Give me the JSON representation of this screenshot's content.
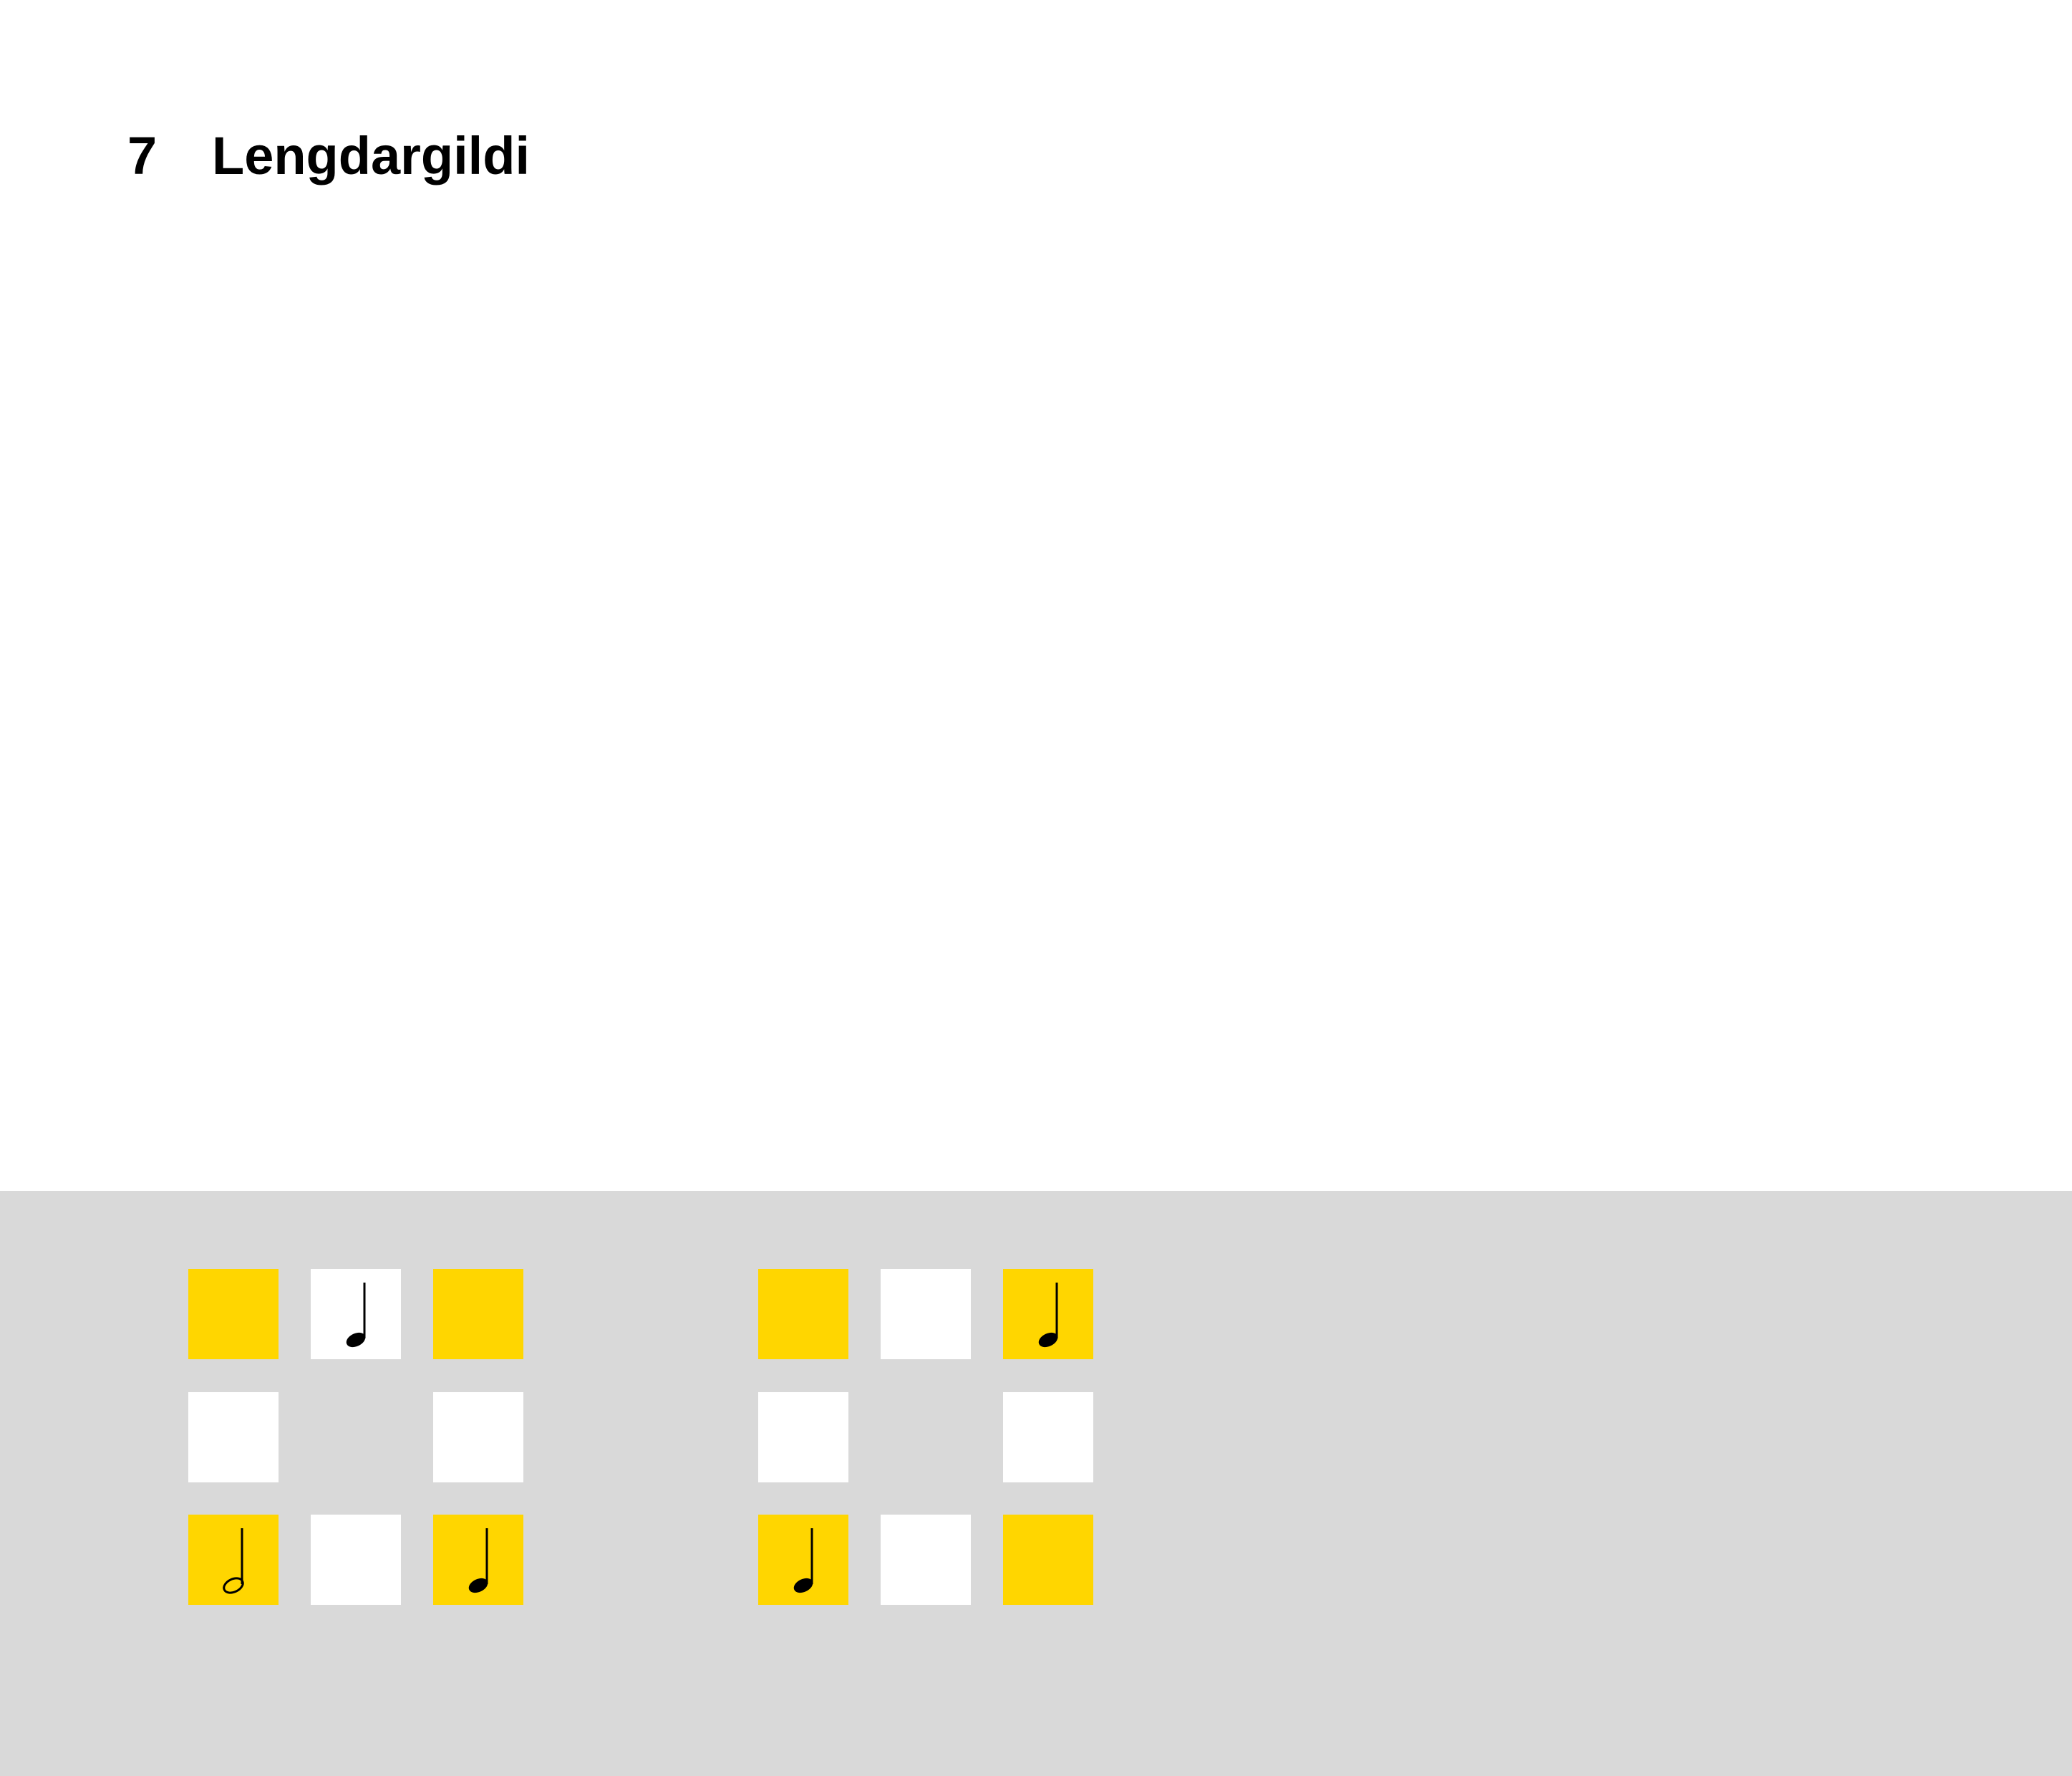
{
  "header": {
    "number": "7",
    "title": "Lengdargildi"
  },
  "colors": {
    "background": "#ffffff",
    "tray": "#d9d9d9",
    "yellow": "#ffd600",
    "white": "#ffffff",
    "note": "#000000"
  },
  "grids": [
    {
      "cells": [
        {
          "pos": "top-left",
          "color": "yellow",
          "note": "none"
        },
        {
          "pos": "top-center",
          "color": "white",
          "note": "quarter-note-icon"
        },
        {
          "pos": "top-right",
          "color": "yellow",
          "note": "none"
        },
        {
          "pos": "middle-left",
          "color": "white",
          "note": "none"
        },
        {
          "pos": "middle-right",
          "color": "white",
          "note": "none"
        },
        {
          "pos": "bottom-left",
          "color": "yellow",
          "note": "half-note-icon"
        },
        {
          "pos": "bottom-center",
          "color": "white",
          "note": "none"
        },
        {
          "pos": "bottom-right",
          "color": "yellow",
          "note": "quarter-note-icon"
        }
      ]
    },
    {
      "cells": [
        {
          "pos": "top-left",
          "color": "yellow",
          "note": "none"
        },
        {
          "pos": "top-center",
          "color": "white",
          "note": "none"
        },
        {
          "pos": "top-right",
          "color": "yellow",
          "note": "quarter-note-icon"
        },
        {
          "pos": "middle-left",
          "color": "white",
          "note": "none"
        },
        {
          "pos": "middle-right",
          "color": "white",
          "note": "none"
        },
        {
          "pos": "bottom-left",
          "color": "yellow",
          "note": "quarter-note-icon"
        },
        {
          "pos": "bottom-center",
          "color": "white",
          "note": "none"
        },
        {
          "pos": "bottom-right",
          "color": "yellow",
          "note": "none"
        }
      ]
    }
  ]
}
